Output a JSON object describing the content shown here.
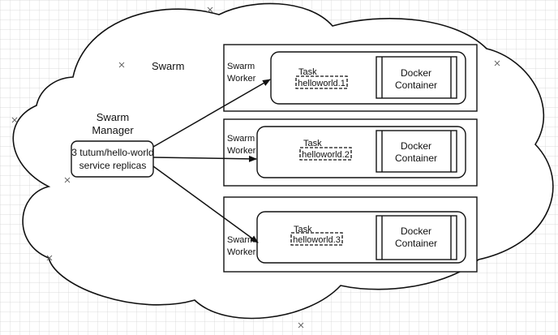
{
  "swarm": {
    "label": "Swarm"
  },
  "manager": {
    "title_line1": "Swarm",
    "title_line2": "Manager",
    "service_line1": "3 tutum/hello-world",
    "service_line2": "service replicas"
  },
  "workers": [
    {
      "label_line1": "Swarm",
      "label_line2": "Worker",
      "task_label": "Task",
      "task_name": "helloworld.1",
      "container_line1": "Docker",
      "container_line2": "Container"
    },
    {
      "label_line1": "Swarm",
      "label_line2": "Worker",
      "task_label": "Task",
      "task_name": "helloworld.2",
      "container_line1": "Docker",
      "container_line2": "Container"
    },
    {
      "label_line1": "Swarm",
      "label_line2": "Worker",
      "task_label": "Task",
      "task_name": "helloworld.3",
      "container_line1": "Docker",
      "container_line2": "Container"
    }
  ],
  "edges": [
    {
      "from": "manager",
      "to": "task-1"
    },
    {
      "from": "manager",
      "to": "task-2"
    },
    {
      "from": "manager",
      "to": "task-3"
    }
  ]
}
